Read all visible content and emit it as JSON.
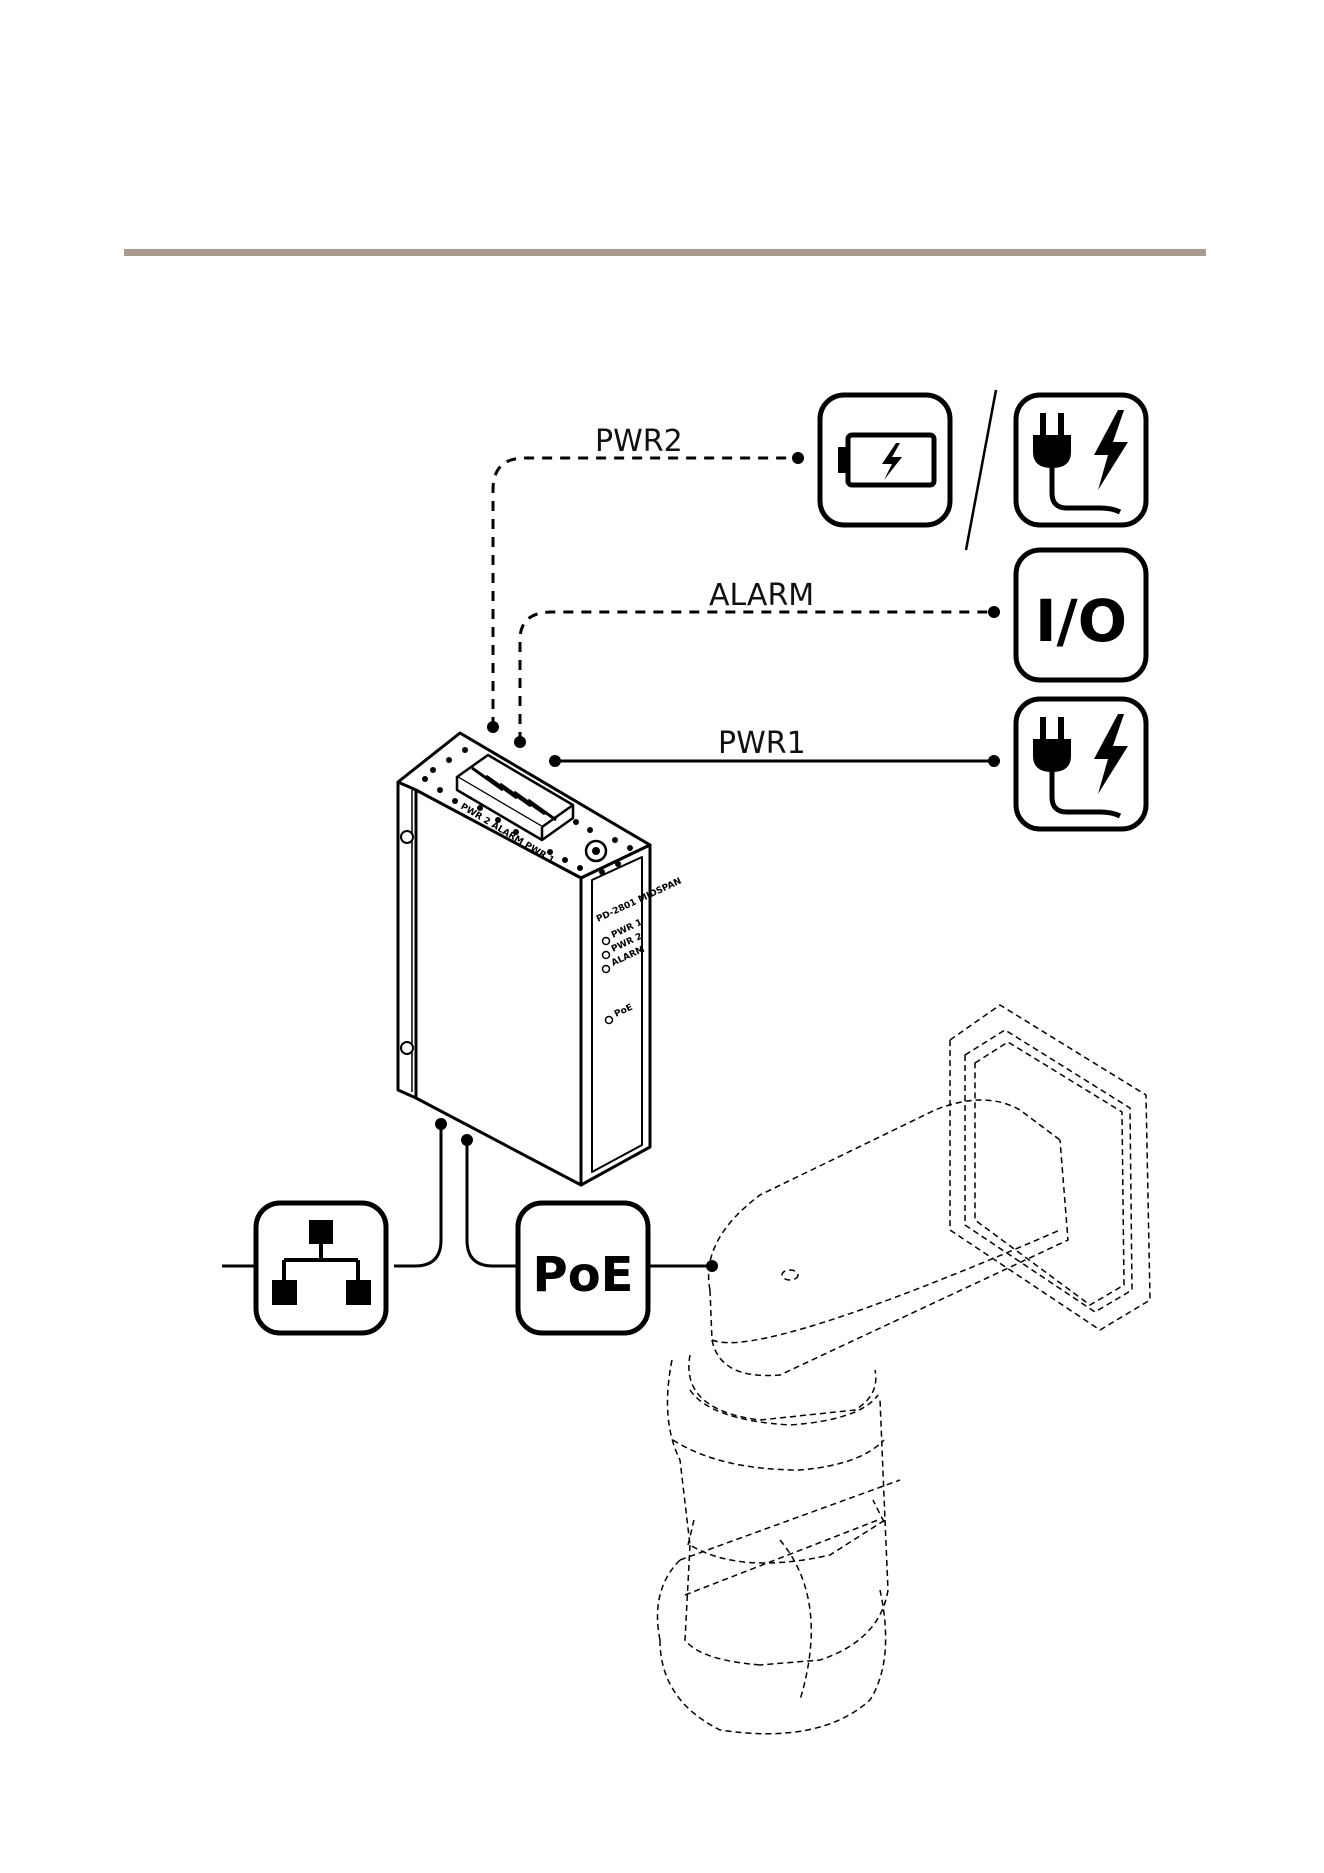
{
  "labels": {
    "pwr2": "PWR2",
    "alarm": "ALARM",
    "pwr1": "PWR1"
  },
  "icons": {
    "io_text": "I/O",
    "poe_text": "PoE"
  },
  "device": {
    "model": "PD-2801 MIDSPAN",
    "led_pwr1": "PWR 1",
    "led_pwr2": "PWR 2",
    "led_alarm": "ALARM",
    "led_poe": "PoE",
    "terminal_label": "PWR 2  ALARM  PWR 1"
  },
  "colors": {
    "rule": "#a89a90",
    "ink": "#000000"
  }
}
